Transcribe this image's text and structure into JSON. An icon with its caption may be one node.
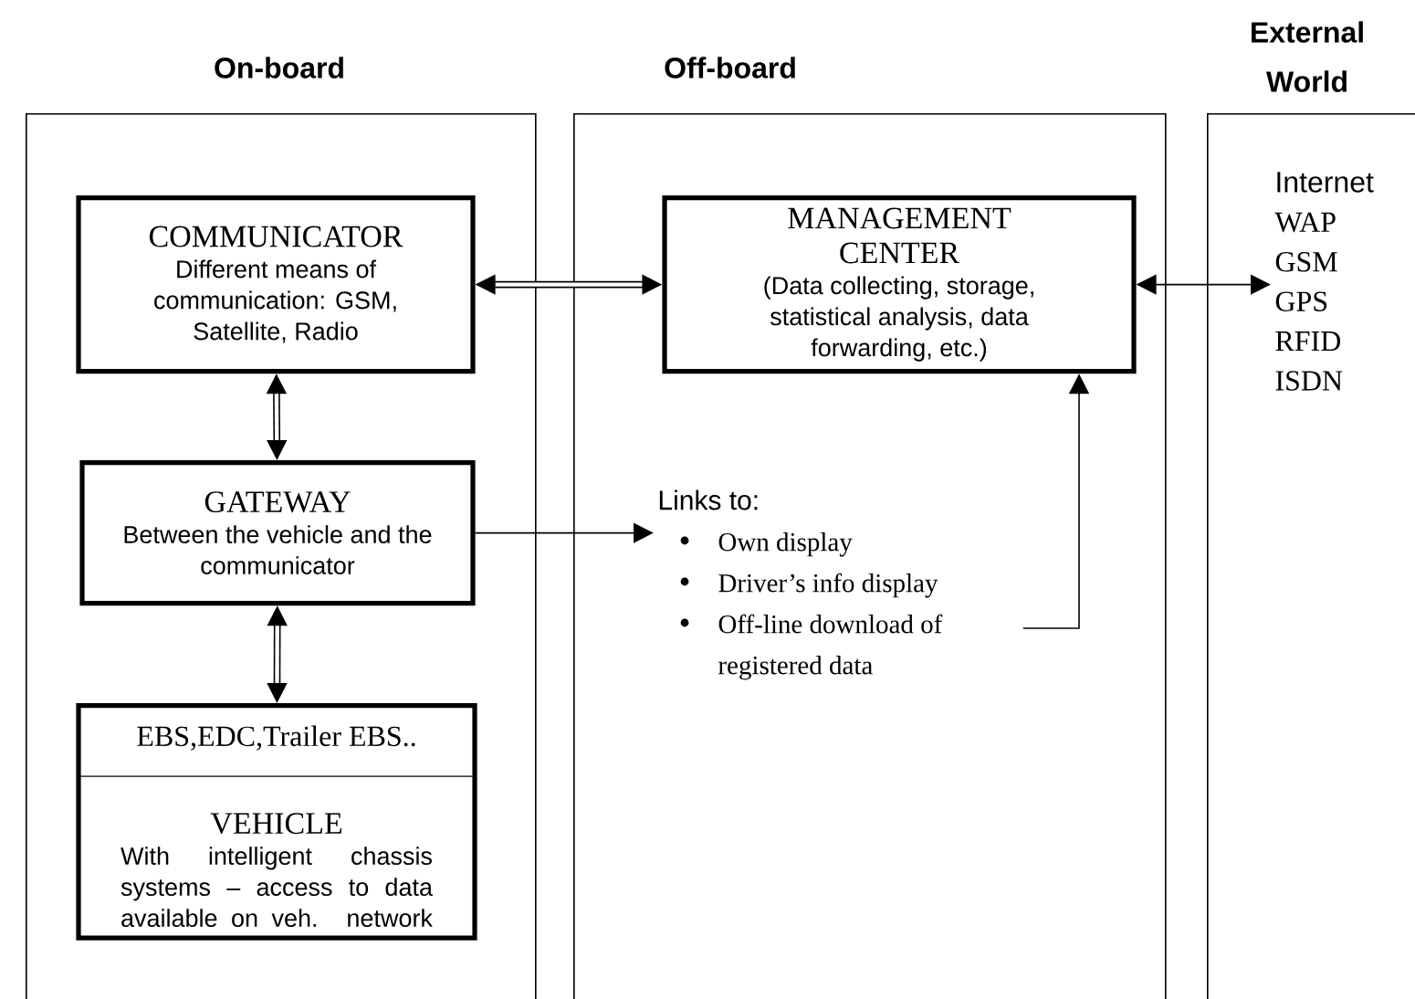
{
  "diagram": {
    "nodes": [
      {
        "text": [
          "On-board"
        ]
      },
      {
        "text": [
          "Off-board"
        ]
      },
      {
        "text": [
          "External World"
        ]
      },
      {
        "text": [
          "COMMUNICATOR",
          "Different means of communication: GSM, Satellite, Radio"
        ],
        "in": 0
      },
      {
        "text": [
          "GATEWAY",
          "Between the vehicle and the communicator"
        ],
        "in": 0
      },
      {
        "text": [
          "EBS,EDC,Trailer EBS..",
          "VEHICLE",
          "With intelligent chassis systems – access to data available on veh. network"
        ],
        "in": 0
      },
      {
        "text": [
          "MANAGEMENT CENTER",
          "(Data collecting, storage, statistical analysis, data forwarding, etc.)"
        ],
        "in": 1
      },
      {
        "text": [
          "Links to:",
          "Own display",
          "Driver’s info display",
          "Off-line download of registered data"
        ],
        "in": 1
      },
      {
        "text": [
          "Internet",
          "WAP",
          "GSM",
          "GPS",
          "RFID",
          "ISDN"
        ],
        "in": 2
      }
    ],
    "edges": [
      {
        "from": 3,
        "to": 6,
        "arrow": "both",
        "style": "thick"
      },
      {
        "from": 3,
        "to": 4,
        "arrow": "both",
        "style": "thick"
      },
      {
        "from": 4,
        "to": 5,
        "arrow": "both",
        "style": "thick"
      },
      {
        "from": 4,
        "to": 7,
        "arrow": "to"
      },
      {
        "from": 7,
        "to": 6,
        "arrow": "to"
      },
      {
        "from": 6,
        "to": 8,
        "arrow": "both"
      }
    ]
  }
}
